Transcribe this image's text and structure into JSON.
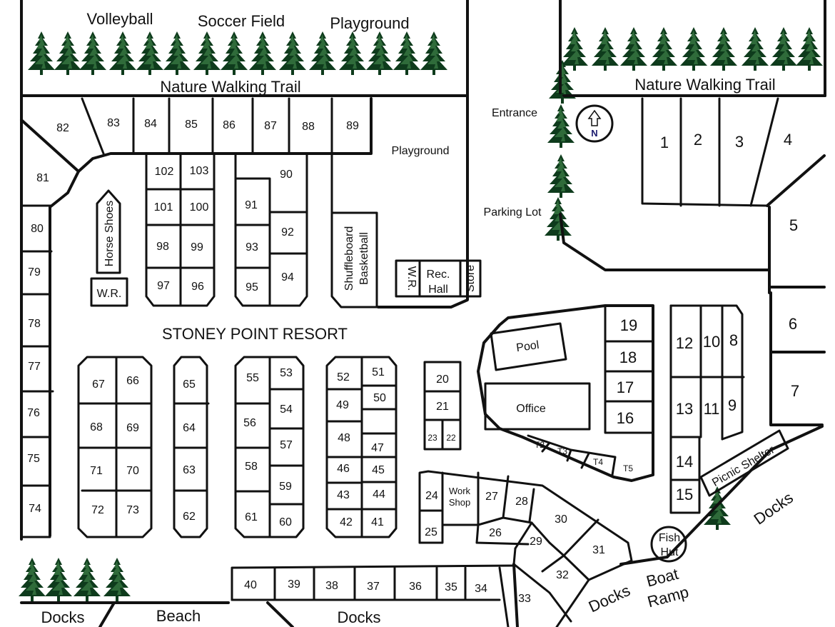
{
  "labels": {
    "volleyball": "Volleyball",
    "soccer_field": "Soccer Field",
    "playground_top": "Playground",
    "trail_left": "Nature Walking Trail",
    "trail_right": "Nature Walking Trail",
    "entrance": "Entrance",
    "parking_lot": "Parking Lot",
    "playground_mid": "Playground",
    "resort_title": "STONEY POINT RESORT",
    "horse_shoes": "Horse Shoes",
    "wr_left": "W.R.",
    "shuffleboard": "Shuffleboard",
    "basketball": "Basketball",
    "wr_mid": "W.R.",
    "rec_hall_1": "Rec.",
    "rec_hall_2": "Hall",
    "store": "Store",
    "pool": "Pool",
    "office": "Office",
    "work_shop_1": "Work",
    "work_shop_2": "Shop",
    "picnic_shelter": "Picnic Shelter",
    "fish_hut_1": "Fish",
    "fish_hut_2": "Hut",
    "docks_right": "Docks",
    "docks_bottom_mid": "Docks",
    "boat_ramp_1": "Boat",
    "boat_ramp_2": "Ramp",
    "docks_bottom_left": "Docks",
    "beach": "Beach",
    "docks_bottom_center": "Docks",
    "compass_n": "N"
  },
  "sites": {
    "s1": "1",
    "s2": "2",
    "s3": "3",
    "s4": "4",
    "s5": "5",
    "s6": "6",
    "s7": "7",
    "s8": "8",
    "s9": "9",
    "s10": "10",
    "s11": "11",
    "s12": "12",
    "s13": "13",
    "s14": "14",
    "s15": "15",
    "s16": "16",
    "s17": "17",
    "s18": "18",
    "s19": "19",
    "s20": "20",
    "s21": "21",
    "s22": "22",
    "s23": "23",
    "s24": "24",
    "s25": "25",
    "s26": "26",
    "s27": "27",
    "s28": "28",
    "s29": "29",
    "s30": "30",
    "s31": "31",
    "s32": "32",
    "s33": "33",
    "s34": "34",
    "s35": "35",
    "s36": "36",
    "s37": "37",
    "s38": "38",
    "s39": "39",
    "s40": "40",
    "s41": "41",
    "s42": "42",
    "s43": "43",
    "s44": "44",
    "s45": "45",
    "s46": "46",
    "s47": "47",
    "s48": "48",
    "s49": "49",
    "s50": "50",
    "s51": "51",
    "s52": "52",
    "s53": "53",
    "s54": "54",
    "s55": "55",
    "s56": "56",
    "s57": "57",
    "s58": "58",
    "s59": "59",
    "s60": "60",
    "s61": "61",
    "s62": "62",
    "s63": "63",
    "s64": "64",
    "s65": "65",
    "s66": "66",
    "s67": "67",
    "s68": "68",
    "s69": "69",
    "s70": "70",
    "s71": "71",
    "s72": "72",
    "s73": "73",
    "s74": "74",
    "s75": "75",
    "s76": "76",
    "s77": "77",
    "s78": "78",
    "s79": "79",
    "s80": "80",
    "s81": "81",
    "s82": "82",
    "s83": "83",
    "s84": "84",
    "s85": "85",
    "s86": "86",
    "s87": "87",
    "s88": "88",
    "s89": "89",
    "s90": "90",
    "s91": "91",
    "s92": "92",
    "s93": "93",
    "s94": "94",
    "s95": "95",
    "s96": "96",
    "s97": "97",
    "s98": "98",
    "s99": "99",
    "s100": "100",
    "s101": "101",
    "s102": "102",
    "s103": "103",
    "t2": "T2",
    "t3": "T3",
    "t4": "T4",
    "t5": "T5"
  },
  "colors": {
    "line": "#111111",
    "tree_dark": "#0e3b1c",
    "tree_light": "#2f6b3a",
    "compass_n": "#1a1a6e"
  },
  "icons": [
    "pine-tree-icon",
    "north-arrow-icon"
  ]
}
